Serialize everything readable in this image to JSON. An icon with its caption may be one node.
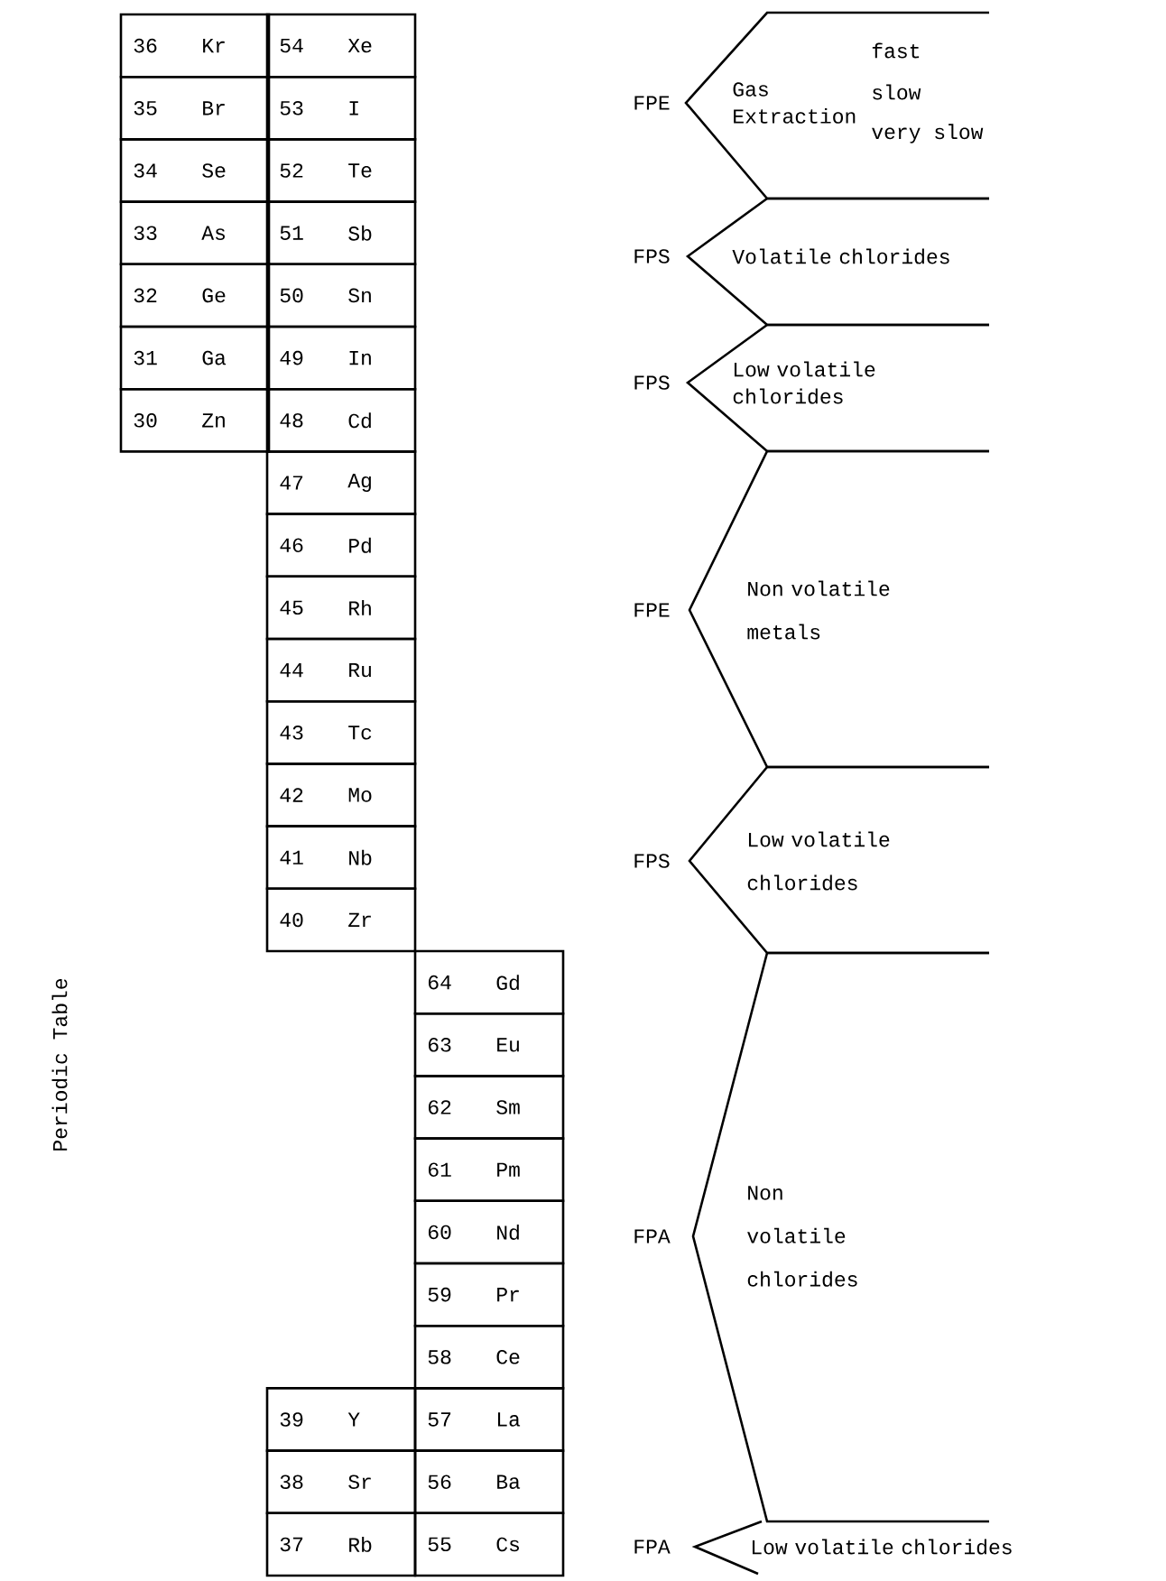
{
  "diagram": {
    "nodes": [
      {
        "text": [
          "36",
          "Kr"
        ]
      },
      {
        "text": [
          "54",
          "Xe"
        ]
      },
      {
        "text": [
          "35",
          "Br"
        ]
      },
      {
        "text": [
          "53",
          "I"
        ]
      },
      {
        "text": [
          "34",
          "Se"
        ]
      },
      {
        "text": [
          "52",
          "Te"
        ]
      },
      {
        "text": [
          "33",
          "As"
        ]
      },
      {
        "text": [
          "51",
          "Sb"
        ]
      },
      {
        "text": [
          "32",
          "Ge"
        ]
      },
      {
        "text": [
          "50",
          "Sn"
        ]
      },
      {
        "text": [
          "31",
          "Ga"
        ]
      },
      {
        "text": [
          "49",
          "In"
        ]
      },
      {
        "text": [
          "30",
          "Zn"
        ]
      },
      {
        "text": [
          "48",
          "Cd"
        ]
      },
      {
        "text": [
          "47",
          "Ag"
        ]
      },
      {
        "text": [
          "46",
          "Pd"
        ]
      },
      {
        "text": [
          "45",
          "Rh"
        ]
      },
      {
        "text": [
          "44",
          "Ru"
        ]
      },
      {
        "text": [
          "43",
          "Tc"
        ]
      },
      {
        "text": [
          "42",
          "Mo"
        ]
      },
      {
        "text": [
          "41",
          "Nb"
        ]
      },
      {
        "text": [
          "40",
          "Zr"
        ]
      },
      {
        "text": [
          "64",
          "Gd"
        ]
      },
      {
        "text": [
          "63",
          "Eu"
        ]
      },
      {
        "text": [
          "62",
          "Sm"
        ]
      },
      {
        "text": [
          "61",
          "Pm"
        ]
      },
      {
        "text": [
          "60",
          "Nd"
        ]
      },
      {
        "text": [
          "59",
          "Pr"
        ]
      },
      {
        "text": [
          "58",
          "Ce"
        ]
      },
      {
        "text": [
          "39",
          "Y"
        ]
      },
      {
        "text": [
          "57",
          "La"
        ]
      },
      {
        "text": [
          "38",
          "Sr"
        ]
      },
      {
        "text": [
          "56",
          "Ba"
        ]
      },
      {
        "text": [
          "37",
          "Rb"
        ]
      },
      {
        "text": [
          "55",
          "Cs"
        ]
      },
      {
        "text": [
          "Gas Extraction",
          "fast",
          "slow",
          "very slow"
        ],
        "beside": [
          "FPE"
        ]
      },
      {
        "text": [
          "Volatile chlorides"
        ],
        "beside": [
          "FPS"
        ]
      },
      {
        "text": [
          "Low volatile chlorides"
        ],
        "beside": [
          "FPS"
        ]
      },
      {
        "text": [
          "Non volatile metals"
        ],
        "beside": [
          "FPE"
        ]
      },
      {
        "text": [
          "Low volatile chlorides"
        ],
        "beside": [
          "FPS"
        ]
      },
      {
        "text": [
          "Non volatile chlorides"
        ],
        "beside": [
          "FPA"
        ]
      },
      {
        "text": [
          "Low volatile chlorides"
        ],
        "beside": [
          "FPA"
        ]
      }
    ],
    "labels": [
      "Periodic Table"
    ]
  }
}
